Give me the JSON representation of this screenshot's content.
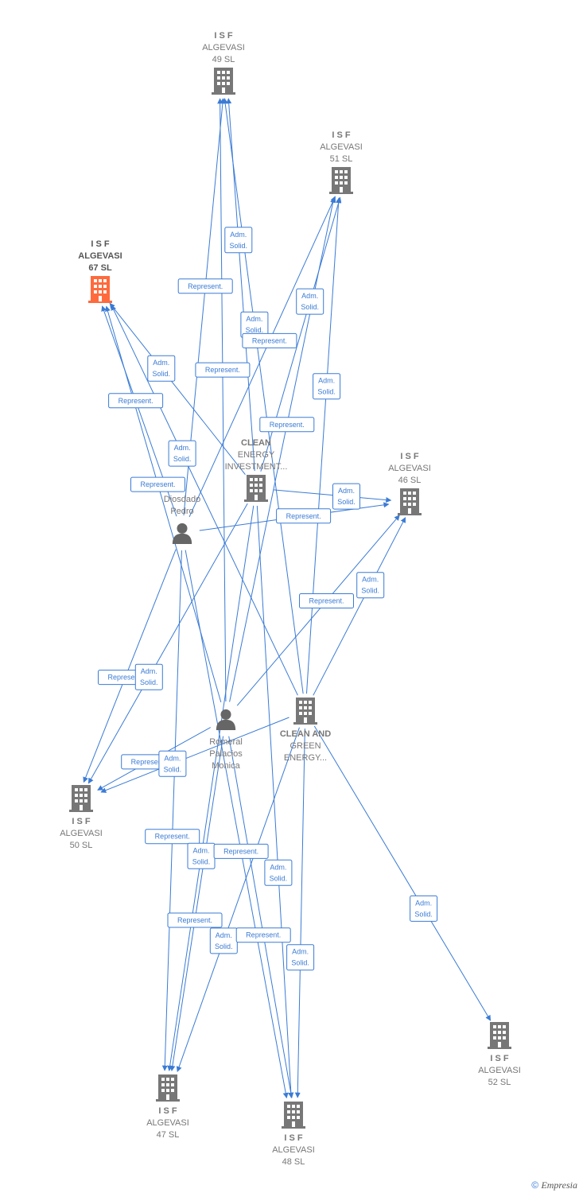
{
  "colors": {
    "edge": "#3a7bd5",
    "building": "#777777",
    "highlight": "#ff6a3d",
    "person": "#666666"
  },
  "edge_types": {
    "rep": "Represent.",
    "adm": "Adm.\nSolid."
  },
  "nodes": [
    {
      "id": "isf49",
      "type": "building-icon",
      "label": [
        "I S F",
        "ALGEVASI",
        "49 SL"
      ]
    },
    {
      "id": "isf51",
      "type": "building-icon",
      "label": [
        "I S F",
        "ALGEVASI",
        "51 SL"
      ]
    },
    {
      "id": "isf67",
      "type": "building-icon",
      "highlight": true,
      "label": [
        "I S F",
        "ALGEVASI",
        "67 SL"
      ]
    },
    {
      "id": "clean_inv",
      "type": "building-icon",
      "label": [
        "CLEAN",
        "ENERGY",
        "INVESTMENT..."
      ]
    },
    {
      "id": "isf46",
      "type": "building-icon",
      "label": [
        "I S F",
        "ALGEVASI",
        "46 SL"
      ]
    },
    {
      "id": "diosdado",
      "type": "person-icon",
      "label": [
        "Diosdado",
        "Pedro"
      ]
    },
    {
      "id": "romeral",
      "type": "person-icon",
      "label": [
        "Romeral",
        "Palacios",
        "Monica"
      ]
    },
    {
      "id": "clean_green",
      "type": "building-icon",
      "label": [
        "CLEAN AND",
        "GREEN",
        "ENERGY..."
      ]
    },
    {
      "id": "isf50",
      "type": "building-icon",
      "label": [
        "I S F",
        "ALGEVASI",
        "50 SL"
      ]
    },
    {
      "id": "isf52",
      "type": "building-icon",
      "label": [
        "I S F",
        "ALGEVASI",
        "52 SL"
      ]
    },
    {
      "id": "isf47",
      "type": "building-icon",
      "label": [
        "I S F",
        "ALGEVASI",
        "47 SL"
      ]
    },
    {
      "id": "isf48",
      "type": "building-icon",
      "label": [
        "I S F",
        "ALGEVASI",
        "48 SL"
      ]
    }
  ],
  "edges": [
    {
      "from": "romeral",
      "to": "isf49",
      "kind": "rep"
    },
    {
      "from": "clean_green",
      "to": "isf49",
      "kind": "adm"
    },
    {
      "from": "romeral",
      "to": "isf51",
      "kind": "rep"
    },
    {
      "from": "clean_green",
      "to": "isf51",
      "kind": "adm"
    },
    {
      "from": "diosdado",
      "to": "isf67",
      "kind": "rep"
    },
    {
      "from": "clean_inv",
      "to": "isf67",
      "kind": "adm"
    },
    {
      "from": "diosdado",
      "to": "isf49",
      "kind": "rep"
    },
    {
      "from": "clean_inv",
      "to": "isf49",
      "kind": "adm"
    },
    {
      "from": "diosdado",
      "to": "isf51",
      "kind": "rep"
    },
    {
      "from": "clean_inv",
      "to": "isf51",
      "kind": "adm"
    },
    {
      "from": "diosdado",
      "to": "isf46",
      "kind": "rep"
    },
    {
      "from": "clean_inv",
      "to": "isf46",
      "kind": "adm"
    },
    {
      "from": "romeral",
      "to": "isf67",
      "kind": "rep"
    },
    {
      "from": "clean_green",
      "to": "isf67",
      "kind": "adm"
    },
    {
      "from": "romeral",
      "to": "isf46",
      "kind": "rep"
    },
    {
      "from": "clean_green",
      "to": "isf46",
      "kind": "adm"
    },
    {
      "from": "diosdado",
      "to": "isf50",
      "kind": "rep"
    },
    {
      "from": "clean_inv",
      "to": "isf50",
      "kind": "adm"
    },
    {
      "from": "romeral",
      "to": "isf50",
      "kind": "rep"
    },
    {
      "from": "clean_green",
      "to": "isf50",
      "kind": "adm"
    },
    {
      "from": "diosdado",
      "to": "isf47",
      "kind": "rep"
    },
    {
      "from": "clean_inv",
      "to": "isf47",
      "kind": "adm"
    },
    {
      "from": "diosdado",
      "to": "isf48",
      "kind": "rep"
    },
    {
      "from": "clean_inv",
      "to": "isf48",
      "kind": "adm"
    },
    {
      "from": "romeral",
      "to": "isf47",
      "kind": "rep"
    },
    {
      "from": "clean_green",
      "to": "isf47",
      "kind": "adm"
    },
    {
      "from": "romeral",
      "to": "isf48",
      "kind": "rep"
    },
    {
      "from": "clean_green",
      "to": "isf48",
      "kind": "adm"
    },
    {
      "from": "clean_green",
      "to": "isf52",
      "kind": "adm"
    }
  ],
  "footer": {
    "copyright": "©",
    "brand": "Empresia"
  }
}
